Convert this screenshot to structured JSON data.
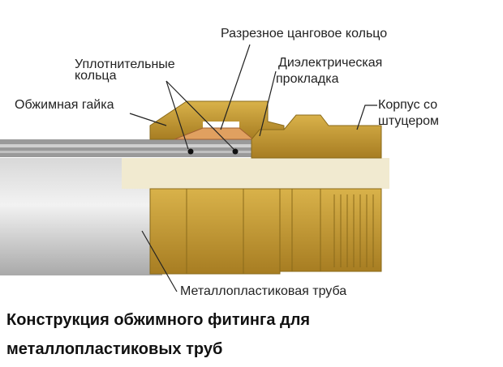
{
  "labels": {
    "split_ring": "Разрезное цанговое кольцо",
    "seal_rings_1": "Уплотнительные",
    "seal_rings_2": "кольца",
    "dielectric_1": "Диэлектрическая",
    "dielectric_2": "прокладка",
    "nut": "Обжимная гайка",
    "body_1": "Корпус со",
    "body_2": "штуцером",
    "pipe": "Металлопластиковая труба"
  },
  "title": {
    "line1": "Конструкция обжимного фитинга для",
    "line2": "металлопластиковых труб"
  },
  "colors": {
    "brass": "#c9a23a",
    "brass_dark": "#a07a22",
    "pipe": "#c8c8c8",
    "ring": "#e0a060"
  }
}
